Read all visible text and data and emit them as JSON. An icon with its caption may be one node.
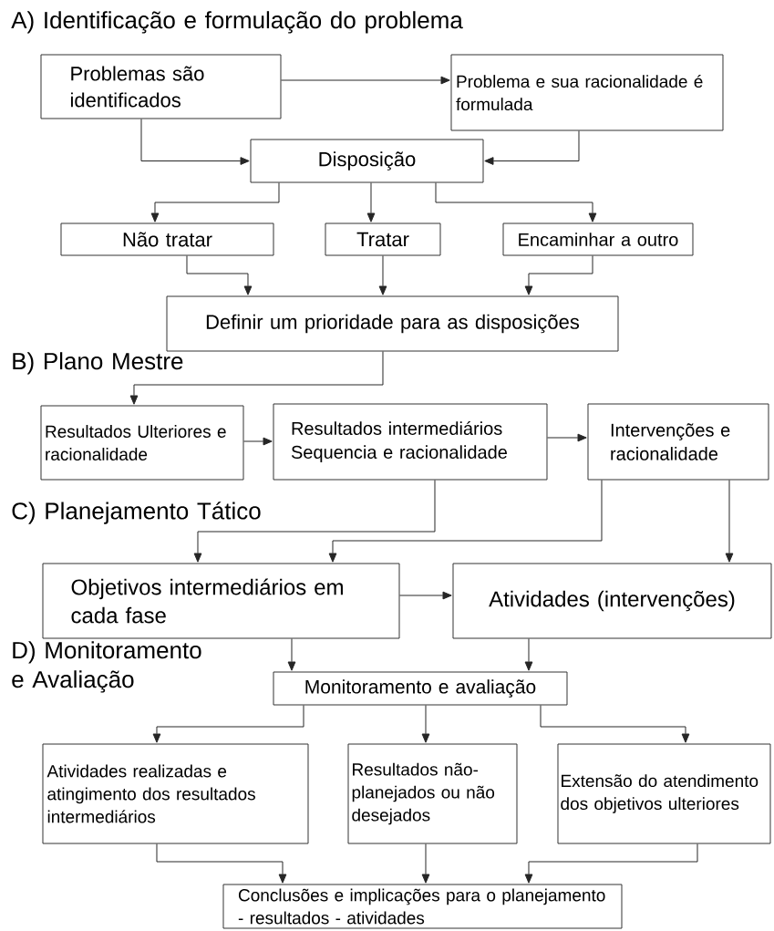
{
  "diagram": {
    "nodes": [
      {
        "text": [
          "Problemas são identificados"
        ]
      },
      {
        "text": [
          "Problema e sua racionalidade é formulada"
        ]
      },
      {
        "text": [
          "Disposição"
        ]
      },
      {
        "text": [
          "Não tratar"
        ]
      },
      {
        "text": [
          "Tratar"
        ]
      },
      {
        "text": [
          "Encaminhar a outro"
        ]
      },
      {
        "text": [
          "Definir um prioridade para as disposições"
        ]
      },
      {
        "text": [
          "Resultados Ulteriores e racionalidade"
        ]
      },
      {
        "text": [
          "Resultados intermediários Sequencia e racionalidade"
        ]
      },
      {
        "text": [
          "Intervenções e racionalidade"
        ]
      },
      {
        "text": [
          "Objetivos intermediários em cada fase"
        ]
      },
      {
        "text": [
          "Atividades (intervenções)"
        ]
      },
      {
        "text": [
          "Monitoramento e avaliação"
        ]
      },
      {
        "text": [
          "Atividades realizadas e atingimento dos resultados intermediários"
        ]
      },
      {
        "text": [
          "Resultados não-planejados ou não desejados"
        ]
      },
      {
        "text": [
          "Extensão do atendimento dos objetivos ulteriores"
        ]
      },
      {
        "text": [
          "Conclusões e implicações para o planejamento - resultados - atividades"
        ]
      }
    ],
    "edges": [
      {
        "from": 0,
        "to": 1,
        "arrow": "to"
      },
      {
        "from": 0,
        "to": 2,
        "arrow": "to"
      },
      {
        "from": 1,
        "to": 2,
        "arrow": "to"
      },
      {
        "from": 2,
        "to": 3,
        "arrow": "to"
      },
      {
        "from": 2,
        "to": 4,
        "arrow": "to"
      },
      {
        "from": 2,
        "to": 5,
        "arrow": "to"
      },
      {
        "from": 3,
        "to": 6,
        "arrow": "to"
      },
      {
        "from": 4,
        "to": 6,
        "arrow": "to"
      },
      {
        "from": 5,
        "to": 6,
        "arrow": "to"
      },
      {
        "from": 6,
        "to": 7,
        "arrow": "to"
      },
      {
        "from": 7,
        "to": 8,
        "arrow": "to"
      },
      {
        "from": 8,
        "to": 9,
        "arrow": "to"
      },
      {
        "from": 8,
        "to": 10,
        "arrow": "to"
      },
      {
        "from": 9,
        "to": 10,
        "arrow": "to"
      },
      {
        "from": 9,
        "to": 11,
        "arrow": "to"
      },
      {
        "from": 10,
        "to": 11,
        "arrow": "to"
      },
      {
        "from": 10,
        "to": 12,
        "arrow": "to"
      },
      {
        "from": 11,
        "to": 12,
        "arrow": "to"
      },
      {
        "from": 12,
        "to": 13,
        "arrow": "to"
      },
      {
        "from": 12,
        "to": 14,
        "arrow": "to"
      },
      {
        "from": 12,
        "to": 15,
        "arrow": "to"
      },
      {
        "from": 13,
        "to": 16,
        "arrow": "to"
      },
      {
        "from": 14,
        "to": 16,
        "arrow": "to"
      },
      {
        "from": 15,
        "to": 16,
        "arrow": "to"
      }
    ],
    "labels": [
      "A) Identificação e formulação do problema",
      "B) Plano Mestre",
      "C) Planejamento Tático",
      "D) Monitoramento e Avaliação"
    ]
  }
}
